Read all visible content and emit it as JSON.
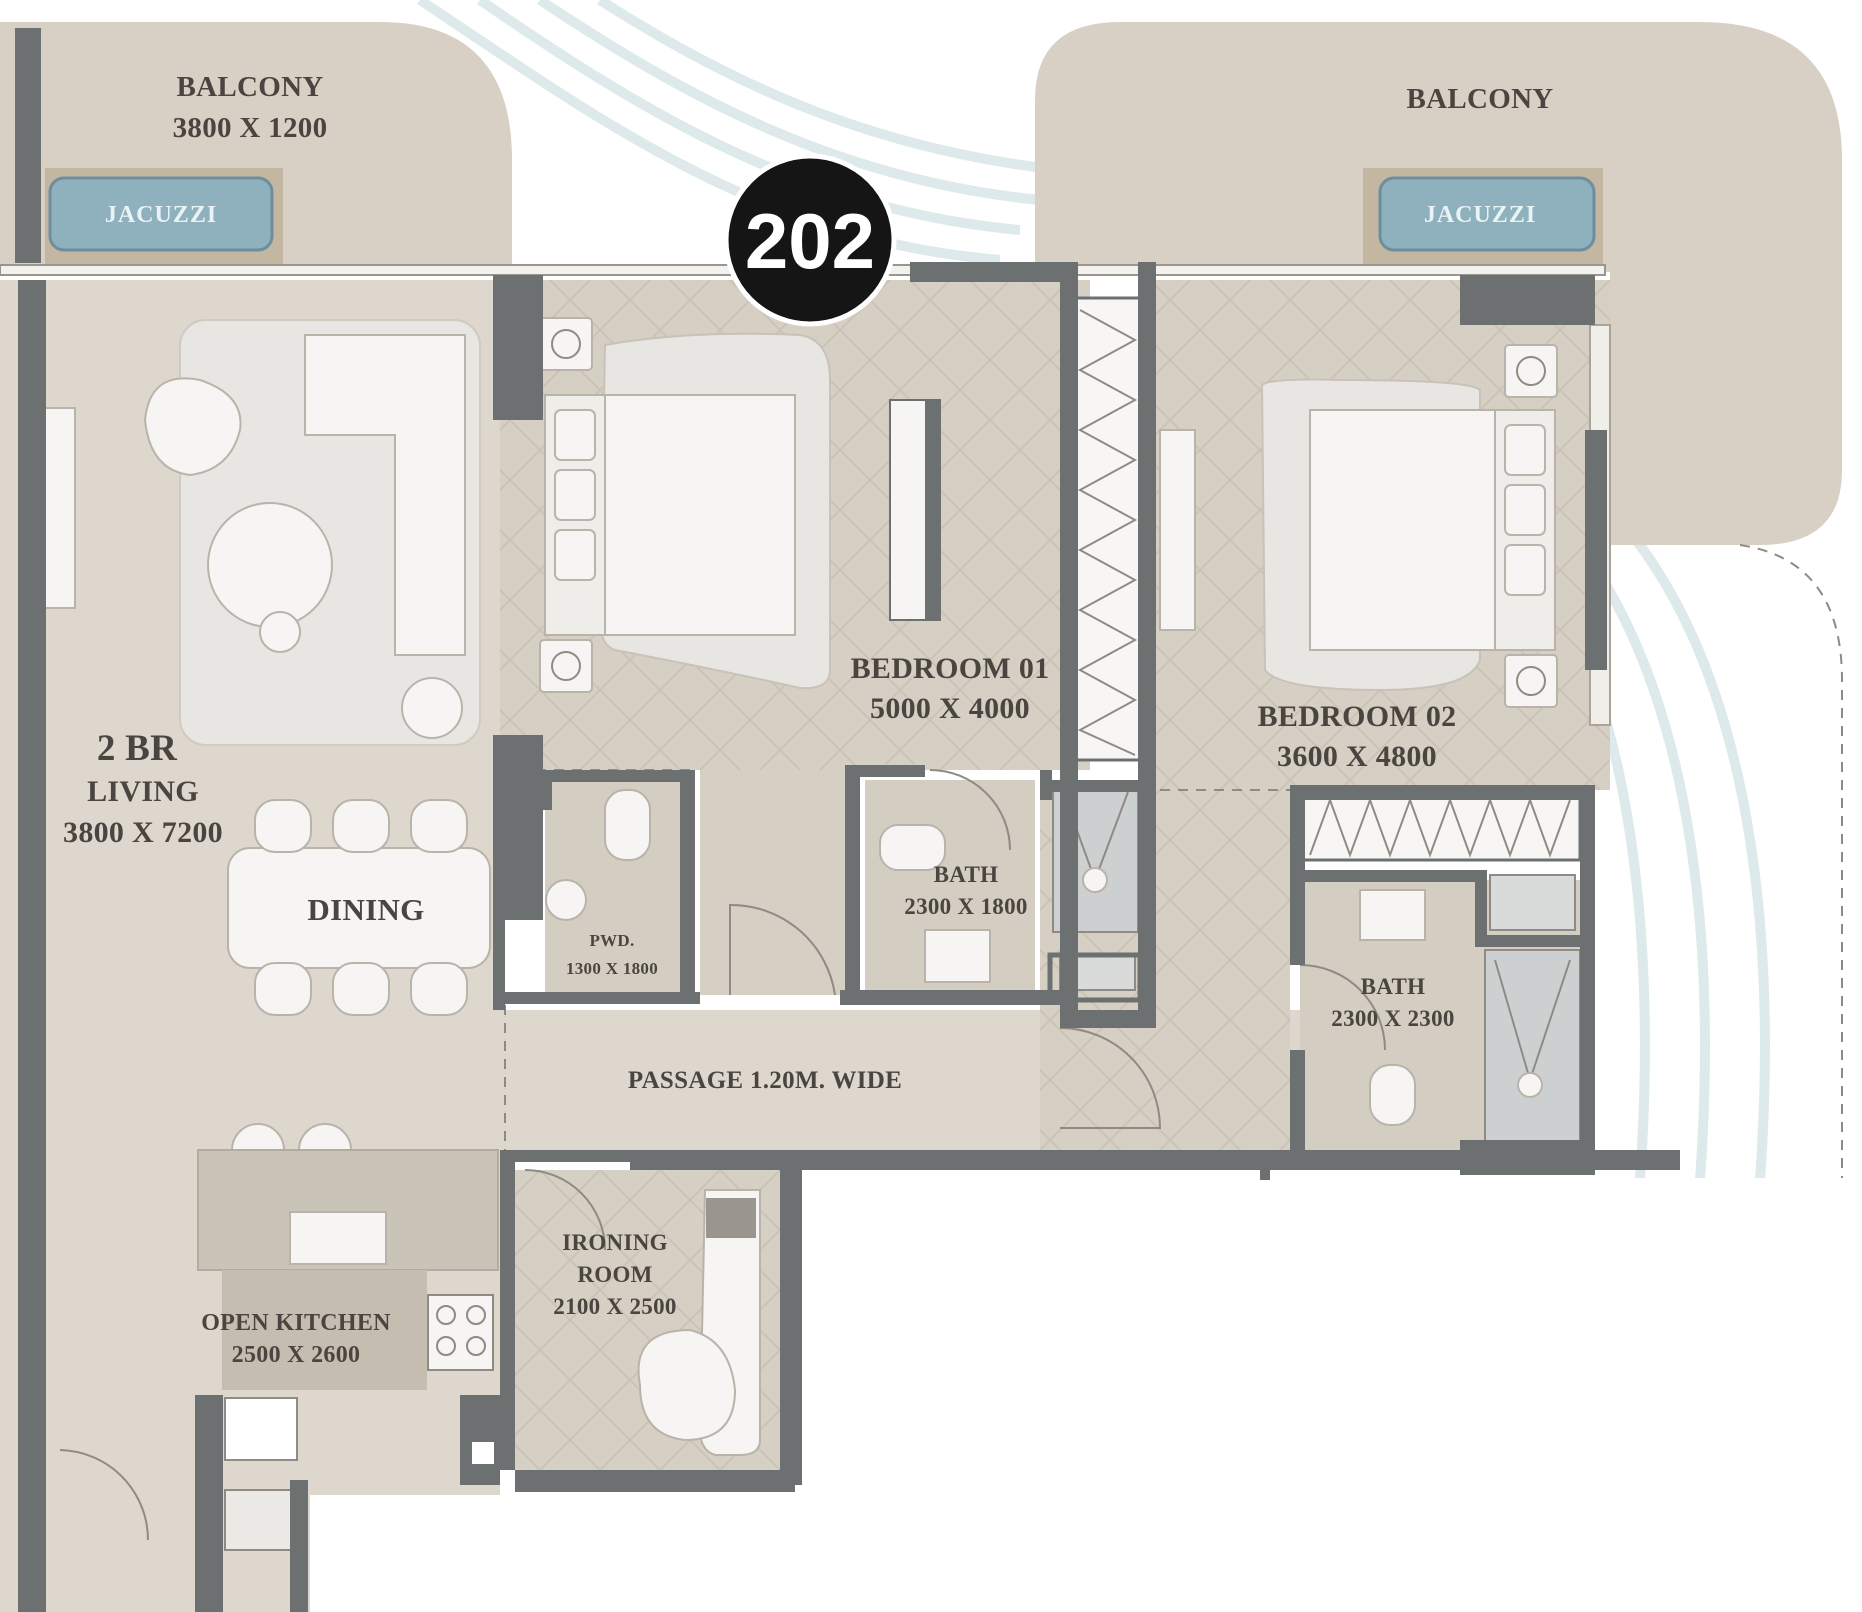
{
  "unit_badge": {
    "number": "202"
  },
  "rooms": {
    "balcony_left": {
      "name": "BALCONY",
      "size": "3800 X 1200"
    },
    "balcony_right": {
      "name": "BALCONY",
      "size": ""
    },
    "jacuzzi_left": {
      "name": "JACUZZI"
    },
    "jacuzzi_right": {
      "name": "JACUZZI"
    },
    "living": {
      "type": "2 BR",
      "name": "LIVING",
      "size": "3800 X 7200"
    },
    "dining": {
      "name": "DINING"
    },
    "bedroom_01": {
      "name": "BEDROOM 01",
      "size": "5000 X 4000"
    },
    "bedroom_02": {
      "name": "BEDROOM 02",
      "size": "3600 X 4800"
    },
    "powder": {
      "name": "PWD.",
      "size": "1300 X 1800"
    },
    "bath_1": {
      "name": "BATH",
      "size": "2300 X 1800"
    },
    "bath_2": {
      "name": "BATH",
      "size": "2300 X 2300"
    },
    "passage": {
      "name": "PASSAGE 1.20M. WIDE"
    },
    "ironing_room": {
      "name": "IRONING",
      "name2": "ROOM",
      "size": "2100 X 2500"
    },
    "open_kitchen": {
      "name": "OPEN KITCHEN",
      "size": "2500 X 2600"
    }
  },
  "colors": {
    "wall": "#6c7070",
    "floor": "#ddd7cd",
    "balcony": "#d8d0c4",
    "jacuzzi": "#8fb0bd",
    "badge": "#151515",
    "contour": "#dde9ea"
  }
}
